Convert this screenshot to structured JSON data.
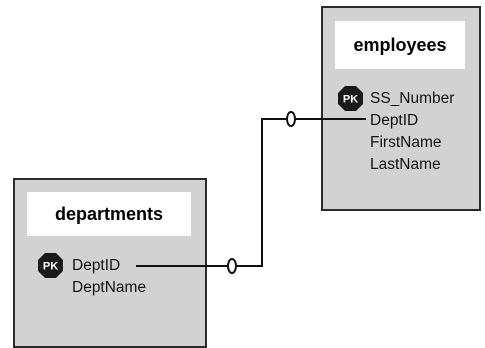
{
  "employees": {
    "title": "employees",
    "pk_badge": "PK",
    "fields": [
      "SS_Number",
      "DeptID",
      "FirstName",
      "LastName"
    ]
  },
  "departments": {
    "title": "departments",
    "pk_badge": "PK",
    "fields": [
      "DeptID",
      "DeptName"
    ]
  },
  "colors": {
    "table_fill": "#d2d2d2",
    "border": "#2b2b2b",
    "badge_fill": "#1a1a1a",
    "line": "#111111"
  }
}
